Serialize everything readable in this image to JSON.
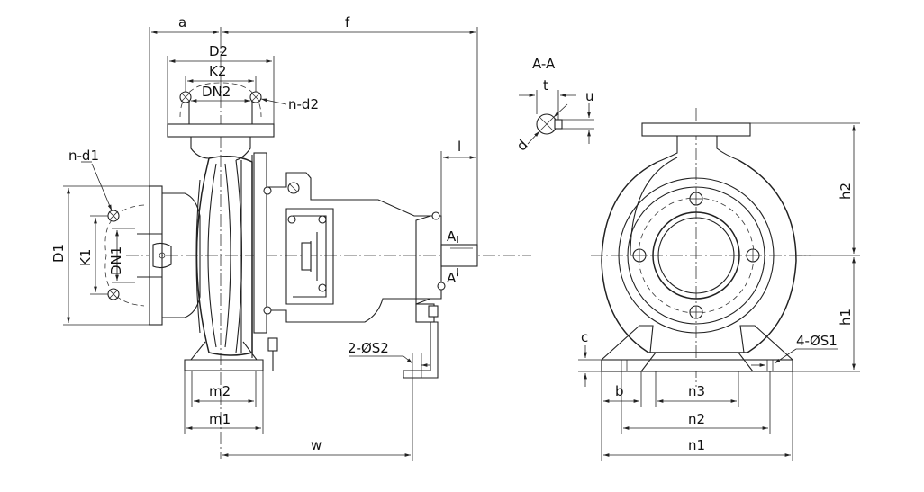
{
  "labels": {
    "a": "a",
    "f": "f",
    "d2_upper": "D2",
    "k2": "K2",
    "dn2": "DN2",
    "n_d2": "n-d2",
    "n_d1": "n-d1",
    "d1_upper": "D1",
    "k1": "K1",
    "dn1": "DN1",
    "l": "l",
    "a_mark_top": "A",
    "a_mark_bottom": "A'",
    "s2": "2-ØS2",
    "m2": "m2",
    "m1": "m1",
    "w": "w",
    "section": "A-A",
    "t": "t",
    "u": "u",
    "d": "d",
    "h2": "h2",
    "h1": "h1",
    "c": "c",
    "s1": "4-ØS1",
    "b": "b",
    "n3": "n3",
    "n2": "n2",
    "n1": "n1"
  }
}
